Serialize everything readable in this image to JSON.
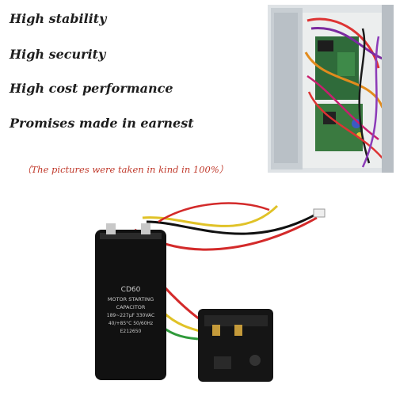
{
  "features": [
    "High stability",
    "High security",
    "High cost performance",
    "Promises made in earnest"
  ],
  "note": "（The pictures were taken in kind in 100%）",
  "colors": {
    "feature_text": "#1e1e1e",
    "note_text": "#c0392b"
  },
  "capacitor_label": {
    "brand": "CD60",
    "line1": "MOTOR STARTING",
    "line2": "CAPACITOR",
    "line3": "189~227μF 330VAC",
    "line4": "40/+85°C 50/60Hz",
    "line5": "E212650"
  },
  "icons": {
    "photo": "ac-unit-wiring-photo",
    "product": "capacitor-relay-kit"
  }
}
